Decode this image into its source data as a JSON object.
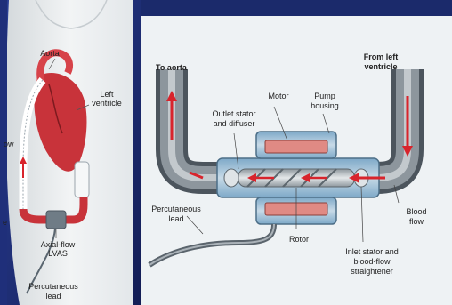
{
  "left_labels": {
    "aorta": "Aorta",
    "left_ventricle_1": "Left",
    "left_ventricle_2": "ventricle",
    "flow_partial": "ow",
    "e_partial": "e",
    "axial_flow_1": "Axial-flow",
    "axial_flow_2": "LVAS",
    "percutaneous_1": "Percutaneous",
    "percutaneous_2": "lead"
  },
  "right_labels": {
    "to_aorta": "To aorta",
    "from_left_1": "From left",
    "from_left_2": "ventricle",
    "motor": "Motor",
    "pump_housing_1": "Pump",
    "pump_housing_2": "housing",
    "outlet_stator_1": "Outlet stator",
    "outlet_stator_2": "and diffuser",
    "percutaneous_lead_1": "Percutaneous",
    "percutaneous_lead_2": "lead",
    "rotor": "Rotor",
    "blood_flow_1": "Blood",
    "blood_flow_2": "flow",
    "inlet_stator_1": "Inlet stator and",
    "inlet_stator_2": "blood-flow",
    "inlet_stator_3": "straightener"
  }
}
